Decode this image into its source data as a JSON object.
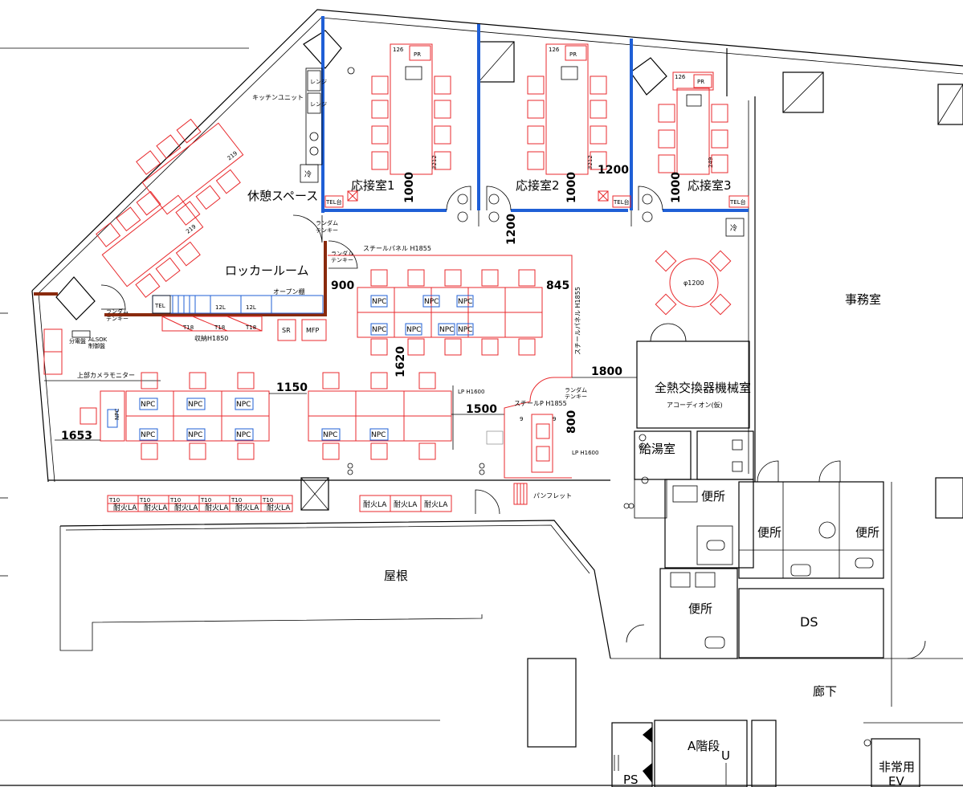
{
  "colors": {
    "furniture": "#e8292c",
    "blue_partition": "#1f5fd6",
    "locker_wall": "#8a2a0d",
    "wall": "#000000"
  },
  "rooms": {
    "reception1": "応接室1",
    "reception2": "応接室2",
    "reception3": "応接室3",
    "lounge": "休憩スペース",
    "locker": "ロッカールーム",
    "office": "事務室",
    "machine": "全熱交換器機械室",
    "kitchenette": "給湯室",
    "toilet_a": "便所",
    "toilet_b": "便所",
    "toilet_c": "便所",
    "toilet_d": "便所",
    "ds": "DS",
    "corridor": "廊下",
    "stair": "A階段",
    "roof": "屋根",
    "emergency_ev_line1": "非常用",
    "emergency_ev_line2": "EV",
    "ps": "PS"
  },
  "labels": {
    "kitchen_unit": "キッチンユニット",
    "range1": "レンジ",
    "range2": "レンジ",
    "fridge1": "冷",
    "fridge2": "冷",
    "tel_board1": "TEL台",
    "tel_board2": "TEL台",
    "tel_board3": "TEL台",
    "tel": "TEL",
    "pr1": "PR",
    "pr2": "PR",
    "pr3": "PR",
    "code126_1": "126",
    "code126_2": "126",
    "code126_3": "126",
    "code3212_1": "3212",
    "code3212_2": "3212",
    "code249": "249",
    "code219_1": "219",
    "code219_2": "219",
    "random_tenki_line1": "ランダム",
    "random_tenki_line2": "テンキー",
    "steel_panel_top": "スチールパネル H1855",
    "steel_panel_side": "スチールパネル H1855",
    "steel_p": "スチールP H1855",
    "open_shelf": "オープン棚",
    "storage": "収納H1850",
    "t18_1": "T18",
    "t18_2": "T18",
    "t18_3": "T18",
    "l12_1": "12L",
    "l12_2": "12L",
    "sr": "SR",
    "mfp": "MFP",
    "lp_h1600_1": "LP H1600",
    "lp_h1600_2": "LP H1600",
    "camera_monitor": "上部カメラモニター",
    "distribution_board": "分電盤",
    "alsok_line1": "ALSOK",
    "alsok_line2": "制御盤",
    "accordion": "アコーディオン(仮)",
    "pamphlet": "パンフレット",
    "round_table": "φ1200",
    "fireproof": "耐火LA",
    "t10": "T10",
    "npc": "NPC"
  },
  "dimensions": {
    "d1000_1": "1000",
    "d1000_2": "1000",
    "d1000_3": "1000",
    "d1200_h": "1200",
    "d1200_v": "1200",
    "d900": "900",
    "d845": "845",
    "d1620": "1620",
    "d1800": "1800",
    "d1150": "1150",
    "d1500": "1500",
    "d800": "800",
    "d1653": "1653"
  }
}
